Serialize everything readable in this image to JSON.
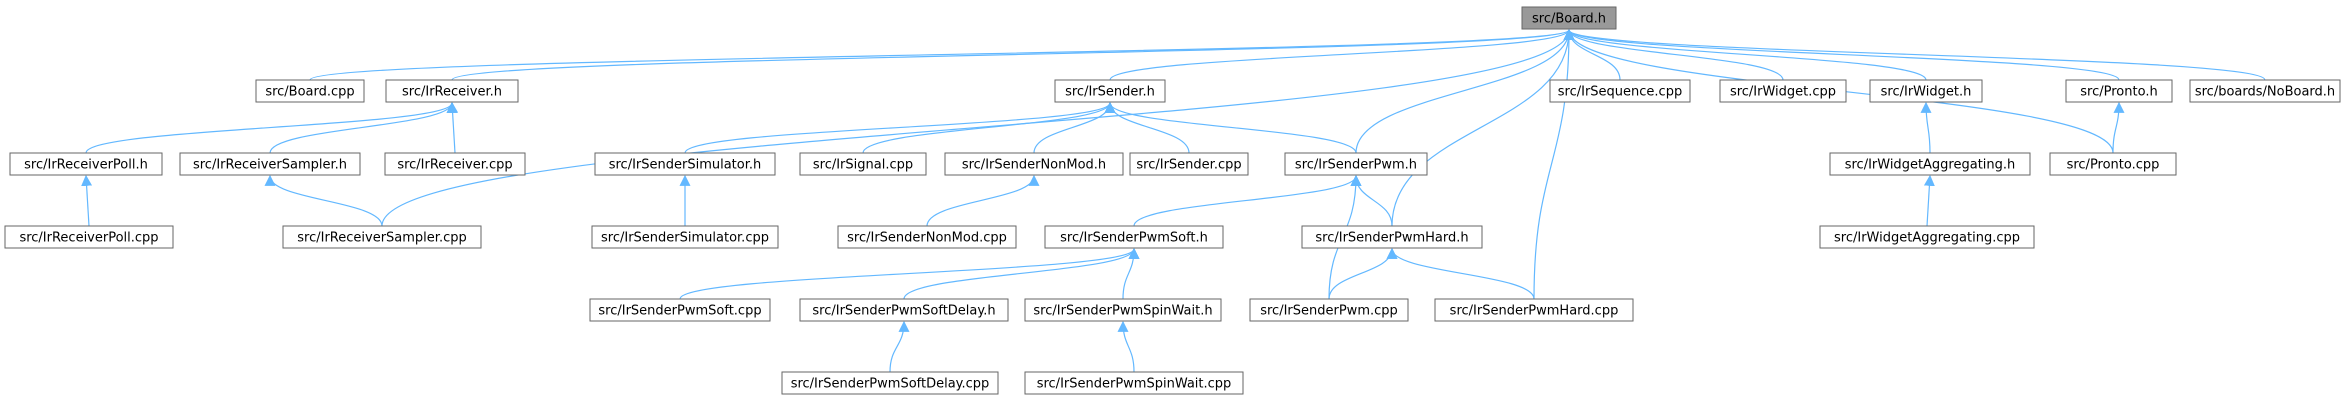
{
  "title": "",
  "colors": {
    "edge": "#63b8ff",
    "node_border": "#666666",
    "node_fill": "#ffffff",
    "root_fill": "#999999"
  },
  "nodes": [
    {
      "id": "board_h",
      "label": "src/Board.h",
      "root": true
    },
    {
      "id": "board_cpp",
      "label": "src/Board.cpp"
    },
    {
      "id": "irreceiver_h",
      "label": "src/IrReceiver.h"
    },
    {
      "id": "irsender_h",
      "label": "src/IrSender.h"
    },
    {
      "id": "irsequence_cpp",
      "label": "src/IrSequence.cpp"
    },
    {
      "id": "irwidget_cpp",
      "label": "src/IrWidget.cpp"
    },
    {
      "id": "irwidget_h",
      "label": "src/IrWidget.h"
    },
    {
      "id": "pronto_h",
      "label": "src/Pronto.h"
    },
    {
      "id": "noboard_h",
      "label": "src/boards/NoBoard.h"
    },
    {
      "id": "irreceiverpoll_h",
      "label": "src/IrReceiverPoll.h"
    },
    {
      "id": "irreceiversampler_h",
      "label": "src/IrReceiverSampler.h"
    },
    {
      "id": "irreceiver_cpp",
      "label": "src/IrReceiver.cpp"
    },
    {
      "id": "irsendersimulator_h",
      "label": "src/IrSenderSimulator.h"
    },
    {
      "id": "irsignal_cpp",
      "label": "src/IrSignal.cpp"
    },
    {
      "id": "irsendernonmod_h",
      "label": "src/IrSenderNonMod.h"
    },
    {
      "id": "irsender_cpp",
      "label": "src/IrSender.cpp"
    },
    {
      "id": "irsenderpwm_h",
      "label": "src/IrSenderPwm.h"
    },
    {
      "id": "irwidgetaggregating_h",
      "label": "src/IrWidgetAggregating.h"
    },
    {
      "id": "pronto_cpp",
      "label": "src/Pronto.cpp"
    },
    {
      "id": "irreceiverpoll_cpp",
      "label": "src/IrReceiverPoll.cpp"
    },
    {
      "id": "irreceiversampler_cpp",
      "label": "src/IrReceiverSampler.cpp"
    },
    {
      "id": "irsendersimulator_cpp",
      "label": "src/IrSenderSimulator.cpp"
    },
    {
      "id": "irsendernonmod_cpp",
      "label": "src/IrSenderNonMod.cpp"
    },
    {
      "id": "irsenderpwmsoft_h",
      "label": "src/IrSenderPwmSoft.h"
    },
    {
      "id": "irsenderpwmhard_h",
      "label": "src/IrSenderPwmHard.h"
    },
    {
      "id": "irwidgetaggregating_cpp",
      "label": "src/IrWidgetAggregating.cpp"
    },
    {
      "id": "irsenderpwmsoft_cpp",
      "label": "src/IrSenderPwmSoft.cpp"
    },
    {
      "id": "irsenderpwmsoftdelay_h",
      "label": "src/IrSenderPwmSoftDelay.h"
    },
    {
      "id": "irsenderpwmspinwait_h",
      "label": "src/IrSenderPwmSpinWait.h"
    },
    {
      "id": "irsenderpwm_cpp",
      "label": "src/IrSenderPwm.cpp"
    },
    {
      "id": "irsenderpwmhard_cpp",
      "label": "src/IrSenderPwmHard.cpp"
    },
    {
      "id": "irsenderpwmsoftdelay_cpp",
      "label": "src/IrSenderPwmSoftDelay.cpp"
    },
    {
      "id": "irsenderpwmspinwait_cpp",
      "label": "src/IrSenderPwmSpinWait.cpp"
    }
  ],
  "edges": [
    [
      "board_h",
      "board_cpp"
    ],
    [
      "board_h",
      "irreceiver_h"
    ],
    [
      "board_h",
      "irsender_h"
    ],
    [
      "board_h",
      "irsequence_cpp"
    ],
    [
      "board_h",
      "irwidget_cpp"
    ],
    [
      "board_h",
      "irwidget_h"
    ],
    [
      "board_h",
      "pronto_h"
    ],
    [
      "board_h",
      "noboard_h"
    ],
    [
      "board_h",
      "pronto_cpp"
    ],
    [
      "board_h",
      "irreceiversampler_cpp"
    ],
    [
      "board_h",
      "irsenderpwm_h"
    ],
    [
      "board_h",
      "irsenderpwmhard_h"
    ],
    [
      "board_h",
      "irsenderpwmhard_cpp"
    ],
    [
      "irreceiver_h",
      "irreceiverpoll_h"
    ],
    [
      "irreceiver_h",
      "irreceiversampler_h"
    ],
    [
      "irreceiver_h",
      "irreceiver_cpp"
    ],
    [
      "irreceiverpoll_h",
      "irreceiverpoll_cpp"
    ],
    [
      "irreceiversampler_h",
      "irreceiversampler_cpp"
    ],
    [
      "irsender_h",
      "irsendersimulator_h"
    ],
    [
      "irsender_h",
      "irsignal_cpp"
    ],
    [
      "irsender_h",
      "irsendernonmod_h"
    ],
    [
      "irsender_h",
      "irsender_cpp"
    ],
    [
      "irsender_h",
      "irsenderpwm_h"
    ],
    [
      "irsendersimulator_h",
      "irsendersimulator_cpp"
    ],
    [
      "irsendernonmod_h",
      "irsendernonmod_cpp"
    ],
    [
      "irsenderpwm_h",
      "irsenderpwmsoft_h"
    ],
    [
      "irsenderpwm_h",
      "irsenderpwmhard_h"
    ],
    [
      "irsenderpwm_h",
      "irsenderpwm_cpp"
    ],
    [
      "irsenderpwmsoft_h",
      "irsenderpwmsoft_cpp"
    ],
    [
      "irsenderpwmsoft_h",
      "irsenderpwmsoftdelay_h"
    ],
    [
      "irsenderpwmsoft_h",
      "irsenderpwmspinwait_h"
    ],
    [
      "irsenderpwmhard_h",
      "irsenderpwm_cpp"
    ],
    [
      "irsenderpwmhard_h",
      "irsenderpwmhard_cpp"
    ],
    [
      "irsenderpwmsoftdelay_h",
      "irsenderpwmsoftdelay_cpp"
    ],
    [
      "irsenderpwmspinwait_h",
      "irsenderpwmspinwait_cpp"
    ],
    [
      "irwidget_h",
      "irwidgetaggregating_h"
    ],
    [
      "irwidgetaggregating_h",
      "irwidgetaggregating_cpp"
    ],
    [
      "pronto_h",
      "pronto_cpp"
    ]
  ]
}
